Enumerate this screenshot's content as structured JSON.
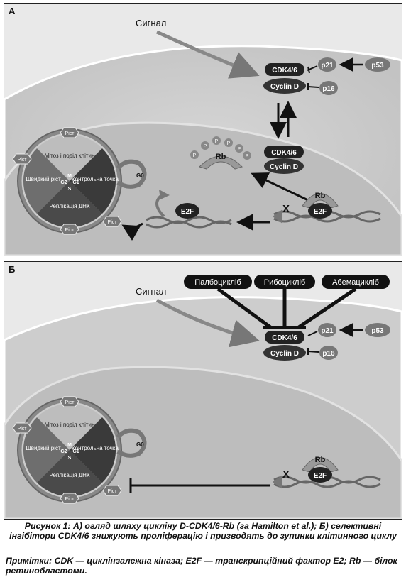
{
  "panel_a": {
    "letter": "А",
    "signal": "Сигнал",
    "cdk": "CDK4/6",
    "cyclin": "Cyclin D",
    "p21": "p21",
    "p16": "p16",
    "p53": "p53",
    "rb": "Rb",
    "phospho": "P",
    "e2f": "E2F",
    "x_mark": "X",
    "cycle": {
      "g0": "G0",
      "growth": "Ріст",
      "mitosis": "Мітоз і поділ клітин",
      "checkpoint": "Контрольна точка",
      "replication": "Реплікація ДНК",
      "fast_growth": "Швидкий ріст",
      "m": "M",
      "g2": "G2",
      "g1": "G1",
      "s": "S"
    }
  },
  "panel_b": {
    "letter": "Б",
    "signal": "Сигнал",
    "drugs": [
      "Палбоцикліб",
      "Рибоцикліб",
      "Абемацикліб"
    ],
    "cdk": "CDK4/6",
    "cyclin": "Cyclin D",
    "p21": "p21",
    "p16": "p16",
    "p53": "p53",
    "rb": "Rb",
    "e2f": "E2F",
    "x_mark": "X"
  },
  "caption": "Рисунок 1: А) огляд шляху циклiну D-CDK4/6-Rb (за Hamilton et al.); Б) селективнi iнгiбiтори CDK4/6 знижують пролiферацiю i призводять до зупинки клiтинного циклу",
  "note": "Примiтки: CDK — циклiнзалежна кiназа; E2F — транскрипцiйний фактор Е2; Rb — бiлок ретинобластоми."
}
